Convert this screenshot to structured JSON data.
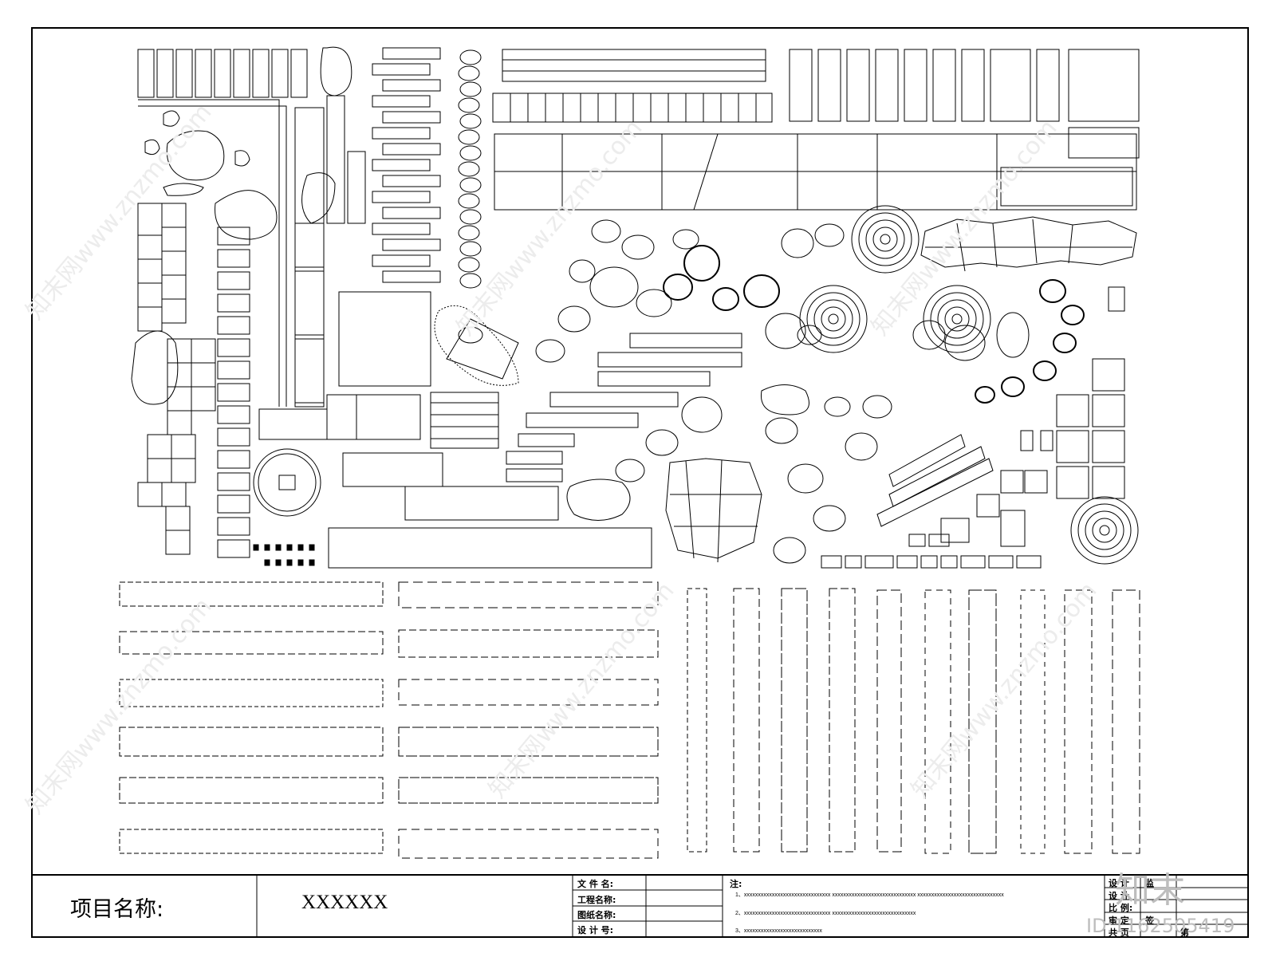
{
  "drawing": {
    "watermark": "知末网www.znzmo.com",
    "brand": "知末",
    "id_tag": "ID:1162505419"
  },
  "title_block": {
    "project_label": "项目名称:",
    "project_value": "XXXXXX",
    "fields": [
      "文 件 名:",
      "工程名称:",
      "图纸名称:",
      "设 计 号:"
    ],
    "notes_label": "注:",
    "notes": [
      "1、xxxxxxxxxxxxxxxxxxxxxxxxxxxxxxx    xxxxxxxxxxxxxxxxxxxxxxxxxxxxxx    xxxxxxxxxxxxxxxxxxxxxxxxxxxxxxx",
      "2、xxxxxxxxxxxxxxxxxxxxxxxxxxxxxxx    xxxxxxxxxxxxxxxxxxxxxxxxxxxxxx",
      "3、xxxxxxxxxxxxxxxxxxxxxxxxxxxx"
    ],
    "right_fields": [
      "设 计",
      "设 计",
      "比  例:",
      "审 定",
      "共    页"
    ],
    "right_fields_2": [
      "监",
      "",
      "",
      "签",
      "第"
    ]
  }
}
